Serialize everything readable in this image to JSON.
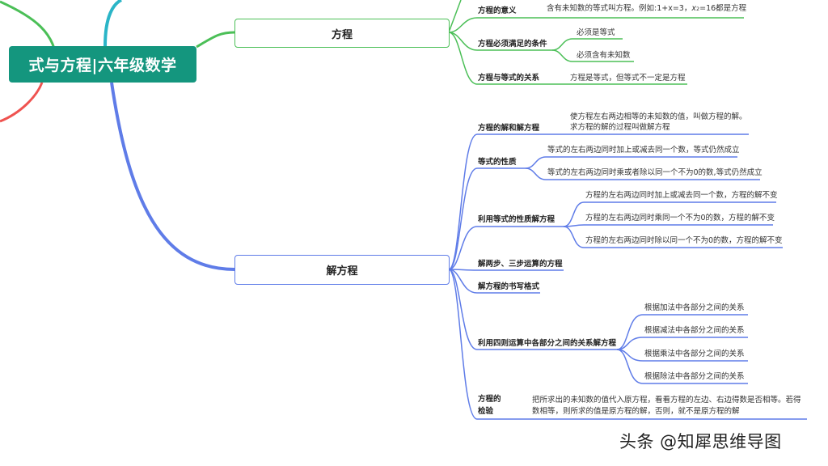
{
  "root": {
    "title": "式与方程|六年级数学"
  },
  "branch_fangcheng": {
    "title": "方程",
    "items": [
      {
        "label": "方程的意义",
        "leaf_a": "含有未知数的等式叫方程。例如:1+x=3，",
        "leaf_b": "x",
        "leaf_sup": "2",
        "leaf_c": "=16都是方程"
      },
      {
        "label": "方程必须满足的条件",
        "leaves": [
          "必须是等式",
          "必须含有未知数"
        ]
      },
      {
        "label": "方程与等式的关系",
        "leaf": "方程是等式，但等式不一定是方程"
      }
    ]
  },
  "branch_jie": {
    "title": "解方程",
    "items": [
      {
        "label": "方程的解和解方程",
        "leaf_1": "使方程左右两边相等的未知数的值，叫做方程的解。",
        "leaf_2": "求方程的解的过程叫做解方程"
      },
      {
        "label": "等式的性质",
        "leaves": [
          "等式的左右两边同时加上或减去同一个数，等式仍然成立",
          "等式的左右两边同时乘或者除以同一个不为0的数,等式仍然成立"
        ]
      },
      {
        "label": "利用等式的性质解方程",
        "leaves": [
          "方程的左右两边同时加上或减去同一个数，方程的解不变",
          "方程的左右两边同时乘同一个不为0的数，方程的解不变",
          "方程的左右两边同时除以同一个不为0的数，方程的解不变"
        ]
      },
      {
        "label": "解两步、三步运算的方程"
      },
      {
        "label": "解方程的书写格式"
      },
      {
        "label": "利用四则运算中各部分之间的关系解方程",
        "leaves": [
          "根据加法中各部分之间的关系",
          "根据减法中各部分之间的关系",
          "根据乘法中各部分之间的关系",
          "根据除法中各部分之间的关系"
        ]
      },
      {
        "label_1": "方程的",
        "label_2": "检验",
        "leaf": "把所求出的未知数的值代入原方程，看看方程的左边、右边得数是否相等。若得数相等，则所求的值是原方程的解，否则，就不是原方程的解"
      }
    ]
  },
  "watermark": "头条 @知犀思维导图",
  "colors": {
    "root": "#14967e",
    "green": "#4bbf57",
    "blue": "#5f7ce8",
    "red": "#ef5350",
    "teal": "#2bb5c7"
  }
}
